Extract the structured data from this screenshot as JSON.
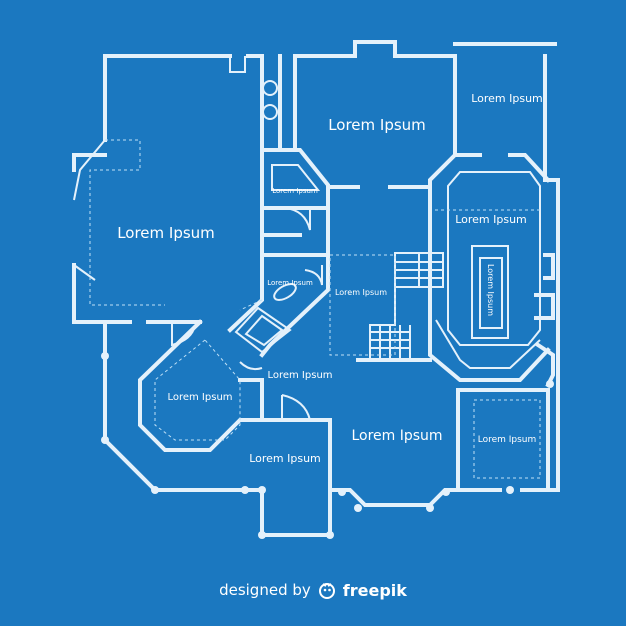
{
  "rooms": {
    "top_left": "Lorem Ipsum",
    "top_center": "Lorem Ipsum",
    "top_right": "Lorem Ipsum",
    "closet": "Lorem Ipsum",
    "right_upper": "Lorem Ipsum",
    "bath": "Lorem Ipsum",
    "hall": "Lorem Ipsum",
    "vertical": "Lorem Ipsum",
    "octagon": "Lorem Ipsum",
    "center": "Lorem Ipsum",
    "center_large": "Lorem Ipsum",
    "bottom_right": "Lorem Ipsum",
    "bottom_center": "Lorem Ipsum"
  },
  "credit": {
    "prefix": "designed by",
    "brand": "freepik"
  },
  "colors": {
    "background": "#1b78c0",
    "lines": "#e4f1fb"
  },
  "icons": {
    "brand_logo": "freepik-logo-icon"
  }
}
